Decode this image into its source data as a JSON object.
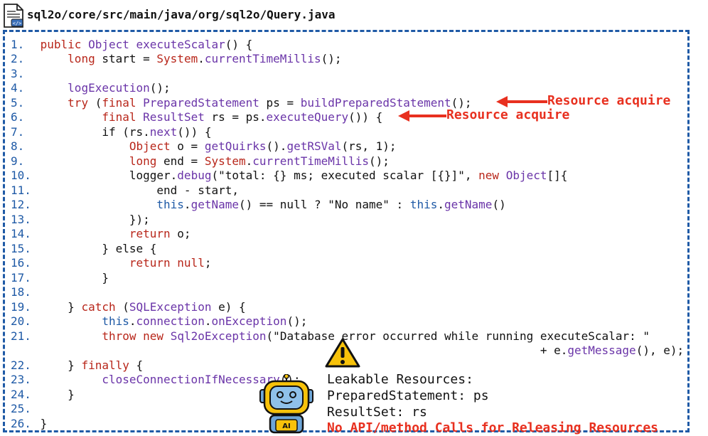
{
  "header": {
    "file_path": "sql2o/core/src/main/java/org/sql2o/Query.java"
  },
  "code": {
    "l1": "1.",
    "l2": "2.",
    "l3": "3.",
    "l4": "4.",
    "l5": "5.",
    "l6": "6.",
    "l7": "7.",
    "l8": "8.",
    "l9": "9.",
    "l10": "10.",
    "l11": "11.",
    "l12": "12.",
    "l13": "13.",
    "l14": "14.",
    "l15": "15.",
    "l16": "16.",
    "l17": "17.",
    "l18": "18.",
    "l19": "19.",
    "l20": "20.",
    "l21": "21.",
    "l22": "22.",
    "l23": "23.",
    "l24": "24.",
    "l25": "25.",
    "l26": "26."
  },
  "annotations": {
    "resource_acquire_1": "Resource acquire",
    "resource_acquire_2": "Resource acquire"
  },
  "findings": {
    "heading": "Leakable Resources:",
    "item1": "PreparedStatement: ps",
    "item2": "ResultSet: rs",
    "conclusion": "No API/method Calls for Releasing Resources"
  },
  "icons": {
    "file": "java-file-icon",
    "warning": "warning-icon",
    "robot": "ai-robot-icon"
  },
  "colors": {
    "border": "#1f5aa6",
    "accent_red": "#e8301f"
  }
}
